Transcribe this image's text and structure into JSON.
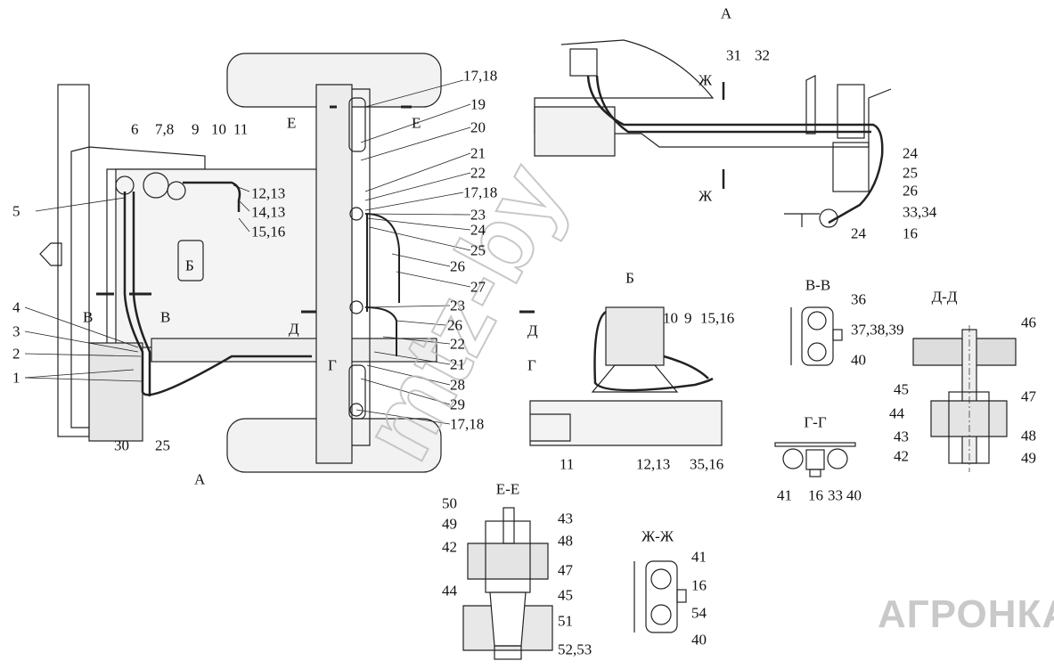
{
  "views": {
    "plan": {
      "labels": [
        "6",
        "7,8",
        "9",
        "10",
        "11",
        "5",
        "12,13",
        "14,13",
        "15,16",
        "4",
        "3",
        "2",
        "1",
        "30",
        "25",
        "В",
        "В",
        "Б",
        "Е",
        "Е",
        "Д",
        "Д",
        "Г",
        "Г",
        "А",
        "17,18",
        "19",
        "20",
        "21",
        "22",
        "17,18",
        "23",
        "24",
        "25",
        "26",
        "27",
        "23",
        "26",
        "22",
        "21",
        "28",
        "29",
        "17,18"
      ]
    },
    "view_a": {
      "title": "А",
      "labels": [
        "31",
        "32",
        "Ж",
        "Ж",
        "24",
        "25",
        "26",
        "33,34",
        "16",
        "24"
      ]
    },
    "view_b": {
      "title": "Б",
      "labels": [
        "10",
        "9",
        "15,16",
        "11",
        "12,13",
        "35,16"
      ]
    },
    "section_vv": {
      "title": "В-В",
      "labels": [
        "36",
        "37,38,39",
        "40"
      ]
    },
    "section_dd": {
      "title": "Д-Д",
      "labels": [
        "46",
        "45",
        "47",
        "44",
        "48",
        "43",
        "42",
        "49"
      ]
    },
    "section_gg": {
      "title": "Г-Г",
      "labels": [
        "41",
        "16",
        "33",
        "40"
      ]
    },
    "section_ee": {
      "title": "Е-Е",
      "labels": [
        "50",
        "49",
        "43",
        "42",
        "48",
        "47",
        "44",
        "45",
        "51",
        "52,53"
      ]
    },
    "section_zhzh": {
      "title": "Ж-Ж",
      "labels": [
        "41",
        "16",
        "54",
        "40"
      ]
    }
  },
  "watermarks": {
    "site": "mtz-by",
    "logo": "АГРОНКА"
  }
}
